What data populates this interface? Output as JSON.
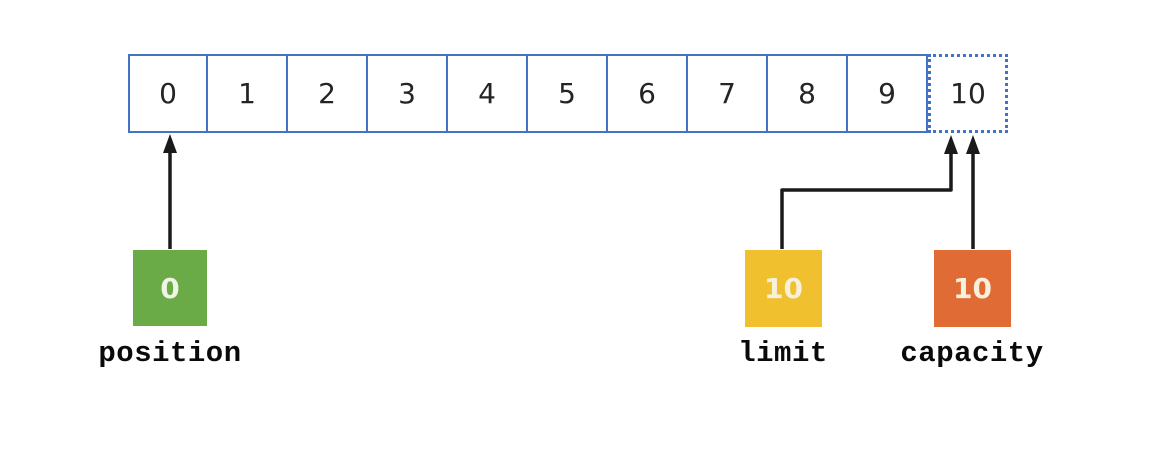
{
  "diagram": {
    "array": {
      "cells": [
        "0",
        "1",
        "2",
        "3",
        "4",
        "5",
        "6",
        "7",
        "8",
        "9",
        "10"
      ],
      "dotted_cell_value": "10",
      "border_color": "#4472c4"
    },
    "markers": {
      "position": {
        "label": "position",
        "value": "0",
        "color": "#6aaa47"
      },
      "limit": {
        "label": "limit",
        "value": "10",
        "color": "#f0c02f"
      },
      "capacity": {
        "label": "capacity",
        "value": "10",
        "color": "#e06b35"
      }
    },
    "arrow_color": "#1a1a1a"
  }
}
